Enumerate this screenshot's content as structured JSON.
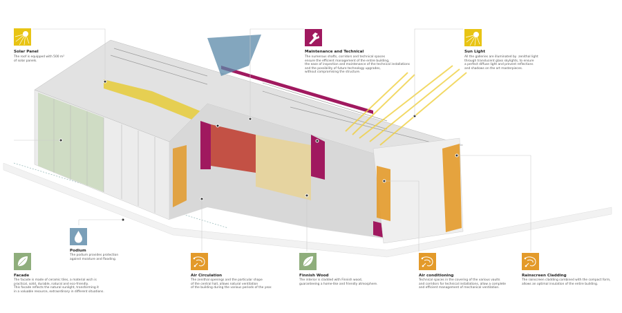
{
  "callouts": {
    "solar_panel": {
      "title": "Solar Panel",
      "icon": "sun-icon",
      "color": "#e8c414",
      "text": "The roof is equipped with 500 m²\nof solar panels."
    },
    "maintenance": {
      "title": "Maintenance and Technical",
      "icon": "wrench-icon",
      "color": "#a0195f",
      "text": "The numerous shafts, corridors and technical spaces\nensure the efficient management of the entire building,\nthe ease of inspection and maintenance of the technical installations\nand the possibility of future technology upgrades,\nwithout compromising the structure."
    },
    "sun_light": {
      "title": "Sun Light",
      "icon": "sun-icon",
      "color": "#e8c414",
      "text": "All the galleries are illuminated by  zenithal light\nthrough translucent glass skylights, to ensure\na perfect diffuse light and prevent reflections\nand shadows on the art masterpieces."
    },
    "podium": {
      "title": "Podium",
      "icon": "water-drop-icon",
      "color": "#7a9fb8",
      "text": "The podium provides protection\nagainst moisture and flooding."
    },
    "facade": {
      "title": "Facade",
      "icon": "leaf-icon",
      "color": "#8fae7c",
      "text": "The facade is made of ceramic tiles, a material wich is\npractical, solid, durable, natural and eco-friendly.\nThis facade reflects the natural sunlight, transforming it\nin a valuable resource, extraordinary in different situations."
    },
    "air_circulation": {
      "title": "Air Circulation",
      "icon": "airflow-icon",
      "color": "#e39a2a",
      "text": "The zenithal openings and the particular shape\nof the central hall, allows natural ventilation\nof the building during the various periods of the year."
    },
    "finnish_wood": {
      "title": "Finnish Wood",
      "icon": "leaf-icon",
      "color": "#8fae7c",
      "text": "The interior is cladded with Finnish wood,\nguaranteeing a home-like and friendly atmosphere."
    },
    "air_conditioning": {
      "title": "Air conditioning",
      "icon": "airflow-icon",
      "color": "#e39a2a",
      "text": "Technical spaces in the covering of the various vaults\nand corridors for technical installations, allow a complete\nand efficient management of mechanical ventilation."
    },
    "rainscreen": {
      "title": "Rainscreen Cladding",
      "icon": "airflow-icon",
      "color": "#e39a2a",
      "text": "The rainscreen cladding combined with the compact form,\nallows an optimal insulation of the entire building."
    }
  }
}
